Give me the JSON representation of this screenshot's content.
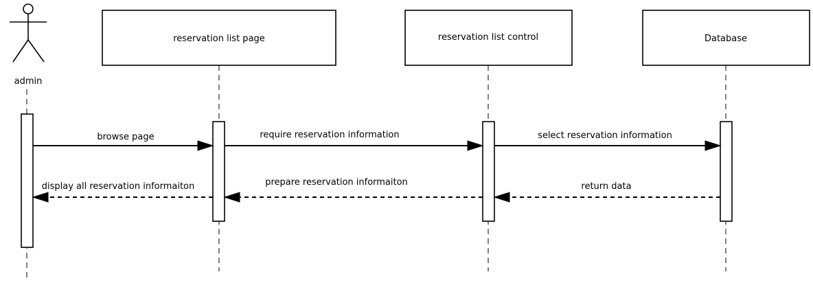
{
  "actors": [
    {
      "id": "admin",
      "label": "admin"
    }
  ],
  "lifelines": [
    {
      "id": "page",
      "label": "reservation list page"
    },
    {
      "id": "control",
      "label": "reservation list control"
    },
    {
      "id": "database",
      "label": "Database"
    }
  ],
  "messages": [
    {
      "id": "m1",
      "from": "admin",
      "to": "page",
      "label": "browse page",
      "style": "sync"
    },
    {
      "id": "m2",
      "from": "page",
      "to": "control",
      "label": "require reservation information",
      "style": "sync"
    },
    {
      "id": "m3",
      "from": "control",
      "to": "database",
      "label": "select reservation information",
      "style": "sync"
    },
    {
      "id": "m4",
      "from": "database",
      "to": "control",
      "label": "return data",
      "style": "return"
    },
    {
      "id": "m5",
      "from": "control",
      "to": "page",
      "label": "prepare reservation informaiton",
      "style": "return"
    },
    {
      "id": "m6",
      "from": "page",
      "to": "admin",
      "label": "display all reservation informaiton",
      "style": "return"
    }
  ]
}
